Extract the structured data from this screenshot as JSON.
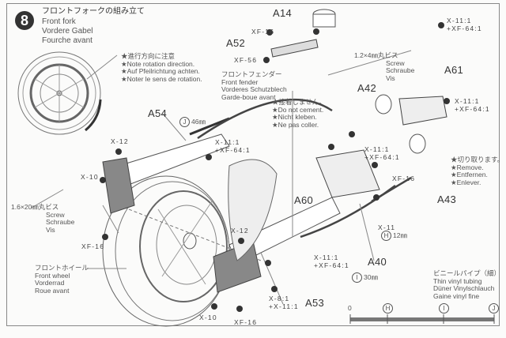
{
  "step": {
    "number": "8",
    "title_ja": "フロントフォークの組み立て",
    "title_en": "Front fork",
    "title_de": "Vordere Gabel",
    "title_fr": "Fourche avant"
  },
  "notes": {
    "rotation": [
      "★進行方向に注意",
      "★Note rotation direction.",
      "★Auf Pfeilrichtung achten.",
      "★Noter le sens de rotation."
    ],
    "no_cement": [
      "★接着しません。",
      "★Do not cement.",
      "★Nicht kleben.",
      "★Ne pas coller."
    ],
    "remove": [
      "★切り取ります。",
      "★Remove.",
      "★Entfernen.",
      "★Enlever."
    ]
  },
  "parts": {
    "front_fender": [
      "フロントフェンダー",
      "Front fender",
      "Vorderes Schutzblech",
      "Garde-boue avant"
    ],
    "front_wheel": [
      "フロントホイール",
      "Front wheel",
      "Vorderrad",
      "Roue avant"
    ],
    "screw_small": [
      "1.2×4㎜丸ビス",
      "Screw",
      "Schraube",
      "Vis"
    ],
    "screw_long": [
      "1.6×20㎜丸ビス",
      "Screw",
      "Schraube",
      "Vis"
    ]
  },
  "part_labels": {
    "a14": "A14",
    "a52": "A52",
    "a61": "A61",
    "a42": "A42",
    "a54": "A54",
    "a60": "A60",
    "a43": "A43",
    "a40": "A40",
    "a53": "A53"
  },
  "paints": {
    "xf16": "XF-16",
    "xf56": "XF-56",
    "x12": "X-12",
    "x10": "X-10",
    "x11": "X-11",
    "mix_a": "X-11:1",
    "mix_b": "+XF-64:1",
    "mix_c": "X-8:1",
    "mix_d": "+X-11:1"
  },
  "tubing": {
    "j_len": "46㎜",
    "h_len": "12㎜",
    "i_len": "30㎜",
    "j": "J",
    "h": "H",
    "i": "I",
    "title": [
      "ビニールパイプ（細）",
      "Thin vinyl tubing",
      "Düner Vinylschlauch",
      "Gaine vinyl fine"
    ],
    "scale_zero": "0"
  }
}
